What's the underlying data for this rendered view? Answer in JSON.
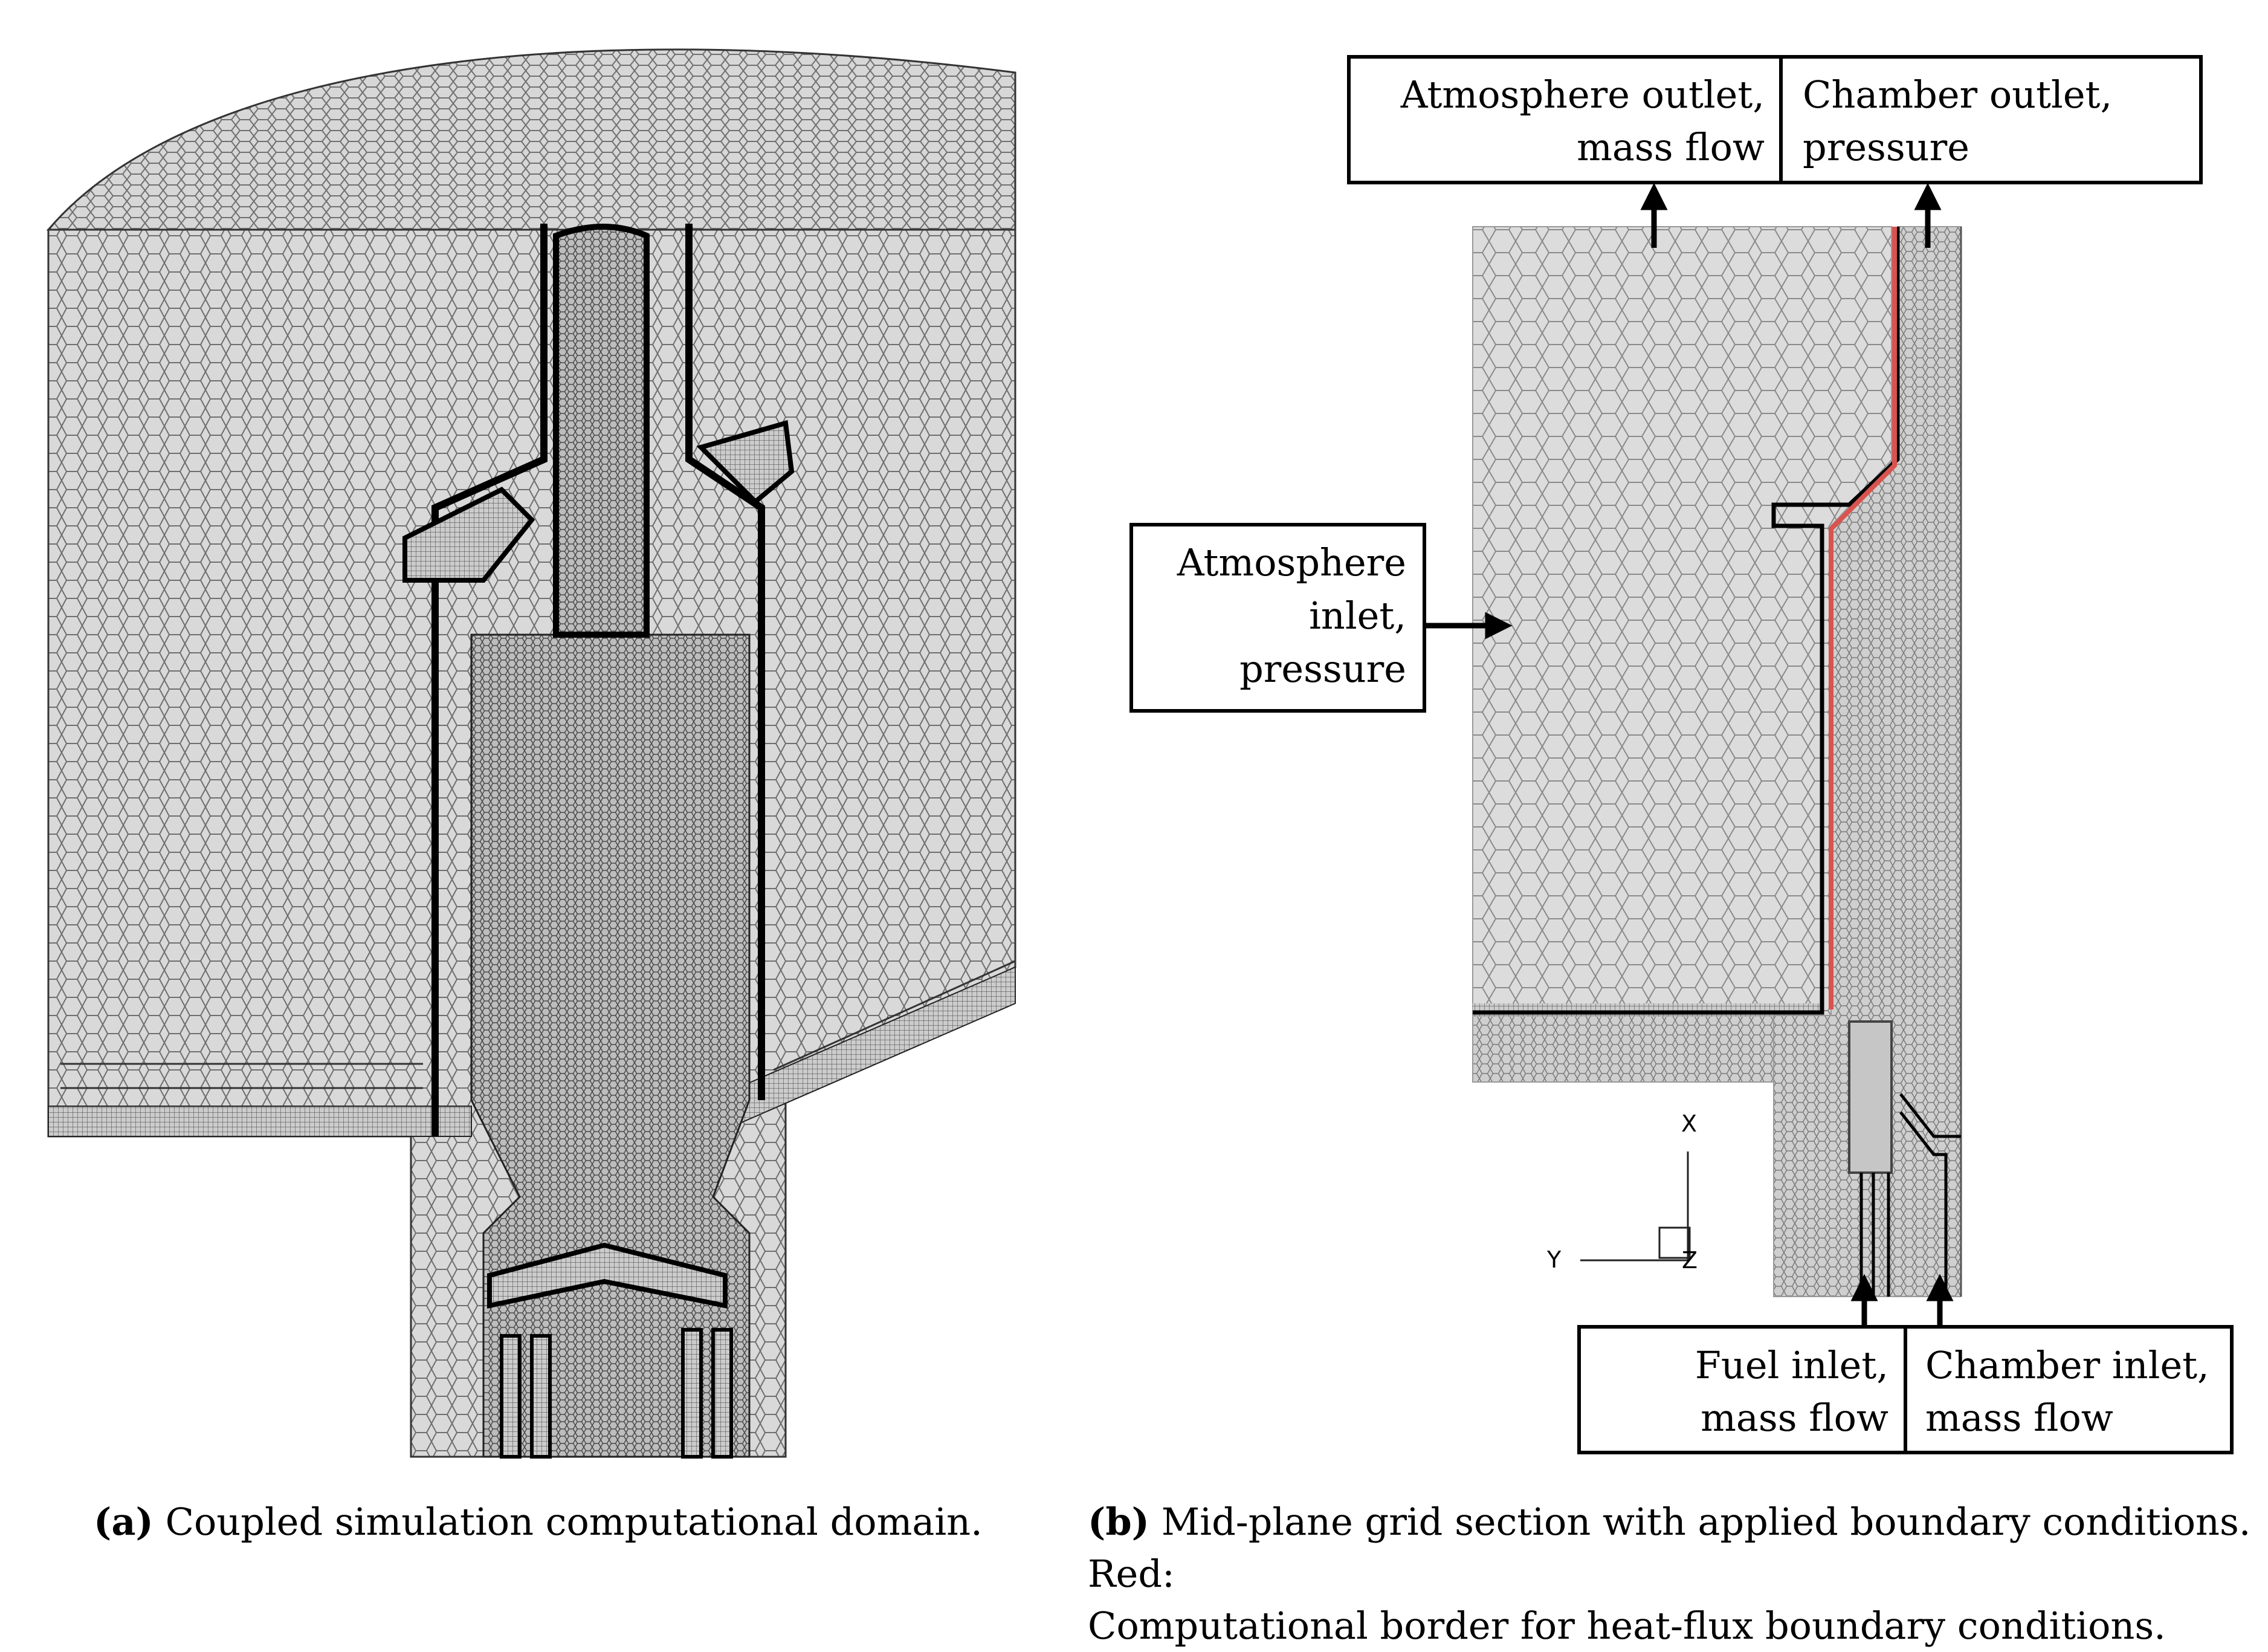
{
  "panel_a": {
    "caption_tag": "(a)",
    "caption_text": "Coupled simulation computational domain."
  },
  "panel_b": {
    "caption_tag": "(b)",
    "caption_line1": "Mid-plane grid section with applied boundary conditions. Red:",
    "caption_line2": "Computational border for heat-flux boundary conditions.",
    "labels": {
      "atmosphere_outlet": [
        "Atmosphere outlet,",
        "mass flow"
      ],
      "chamber_outlet": [
        "Chamber outlet,",
        "pressure"
      ],
      "atmosphere_inlet": [
        "Atmosphere",
        "inlet,",
        "pressure"
      ],
      "fuel_inlet": [
        "Fuel inlet,",
        "mass flow"
      ],
      "chamber_inlet": [
        "Chamber inlet,",
        "mass flow"
      ]
    },
    "axes": {
      "x": "X",
      "y": "Y",
      "z": "Z"
    }
  },
  "colors": {
    "mesh_fill": "#d8d8d8",
    "mesh_line": "#7a7a7a",
    "wall": "#000000",
    "heat_flux_border": "#d9534f"
  }
}
